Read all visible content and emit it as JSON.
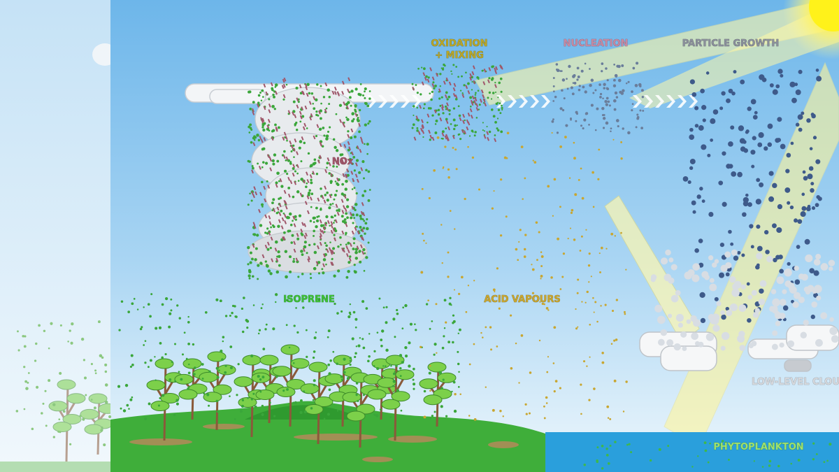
{
  "labels": {
    "oxidation_line1": "OXIDATION",
    "oxidation_line2": "+ MIXING",
    "nucleation": "NUCLEATION",
    "particle_growth": "PARTICLE GROWTH",
    "nox": "NOx",
    "isoprene": "ISOPRENE",
    "acid_vapours": "ACID VAPOURS",
    "low_level_clouds": "LOW-LEVEL CLOU",
    "phytoplankton": "PHYTOPLANKTON"
  },
  "colors": {
    "sky_top": "#6db6ea",
    "sky_bottom": "#eef7fc",
    "ground": "#3fae3a",
    "sea": "#2a9fdc",
    "sun": "#fff21a",
    "isoprene": "#3aa63a",
    "nox": "#a0566a",
    "acid": "#c8a630",
    "particles": "#3e5a8a"
  }
}
